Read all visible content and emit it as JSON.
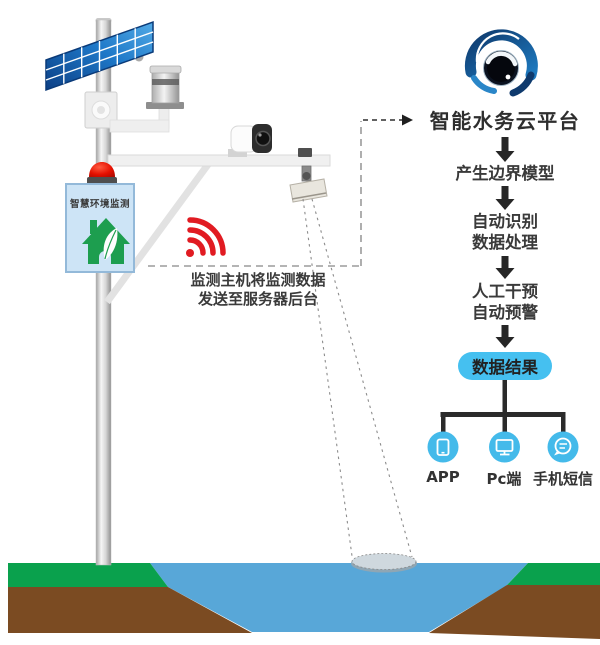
{
  "station": {
    "sign_label": "智慧环境监测",
    "annotation_line1": "监测主机将监测数据",
    "annotation_line2": "发送至服务器后台"
  },
  "flow": {
    "title": "智能水务云平台",
    "step_boundary_model": "产生边界模型",
    "step_auto_recognition": "自动识别",
    "step_data_processing": "数据处理",
    "step_manual_intervention": "人工干预",
    "step_auto_warning": "自动预警",
    "result_label": "数据结果",
    "output_app": "APP",
    "output_pc": "Pc端",
    "output_sms": "手机短信"
  },
  "colors": {
    "accent_cyan": "#45c0f0",
    "signal_red": "#e11b22",
    "water_blue": "#58a7d8",
    "grass_green": "#0aa14d",
    "soil_brown": "#7b4b22",
    "sign_blue": "#cde4f6",
    "house_green": "#1d9e4f",
    "logo_blue": "#1d7ac0",
    "logo_navy": "#0f3a6d",
    "arrow_black": "#262626"
  }
}
